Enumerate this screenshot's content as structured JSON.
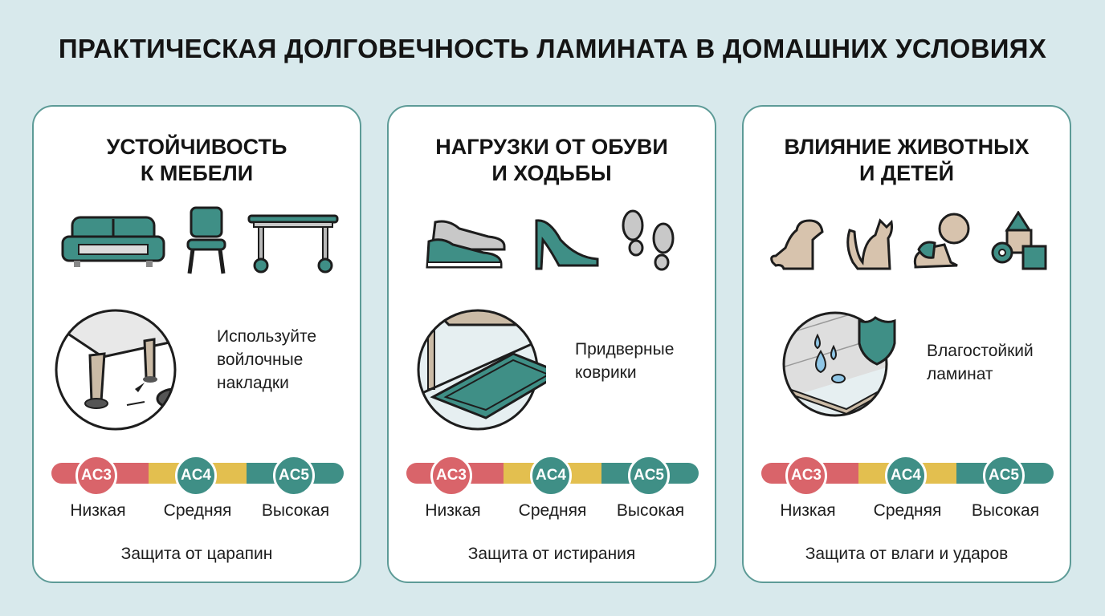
{
  "title": "ПРАКТИЧЕСКАЯ ДОЛГОВЕЧНОСТЬ ЛАМИНАТА В ДОМАШНИХ УСЛОВИЯХ",
  "colors": {
    "teal": "#3f8f86",
    "red": "#d9646a",
    "yellow": "#e3bf4f",
    "beige": "#d7c3ad",
    "background": "#d8e9ec",
    "border": "#5d9b97"
  },
  "scale": {
    "badges": [
      "AC3",
      "AC4",
      "AC5"
    ],
    "levels": [
      "Низкая",
      "Средняя",
      "Высокая"
    ]
  },
  "cards": [
    {
      "heading_line1": "УСТОЙЧИВОСТЬ",
      "heading_line2": "К МЕБЕЛИ",
      "icons": [
        "sofa-icon",
        "chair-icon",
        "table-on-wheels-icon"
      ],
      "illustration": "felt-pads-furniture-legs",
      "tip_line1": "Используйте",
      "tip_line2": "войлочные",
      "tip_line3": "накладки",
      "footer": "Защита от царапин"
    },
    {
      "heading_line1": "НАГРУЗКИ ОТ ОБУВИ",
      "heading_line2": "И ХОДЬБЫ",
      "icons": [
        "sneakers-icon",
        "high-heels-icon",
        "footprints-icon"
      ],
      "illustration": "doormat-at-door",
      "tip_line1": "Придверные",
      "tip_line2": "коврики",
      "footer": "Защита от истирания"
    },
    {
      "heading_line1": "ВЛИЯНИЕ ЖИВОТНЫХ",
      "heading_line2": "И ДЕТЕЙ",
      "icons": [
        "dog-icon",
        "cat-icon",
        "baby-icon",
        "toy-blocks-icon"
      ],
      "illustration": "water-drops-shield-laminate",
      "tip_line1": "Влагостойкий",
      "tip_line2": "ламинат",
      "footer": "Защита от влаги и ударов"
    }
  ]
}
